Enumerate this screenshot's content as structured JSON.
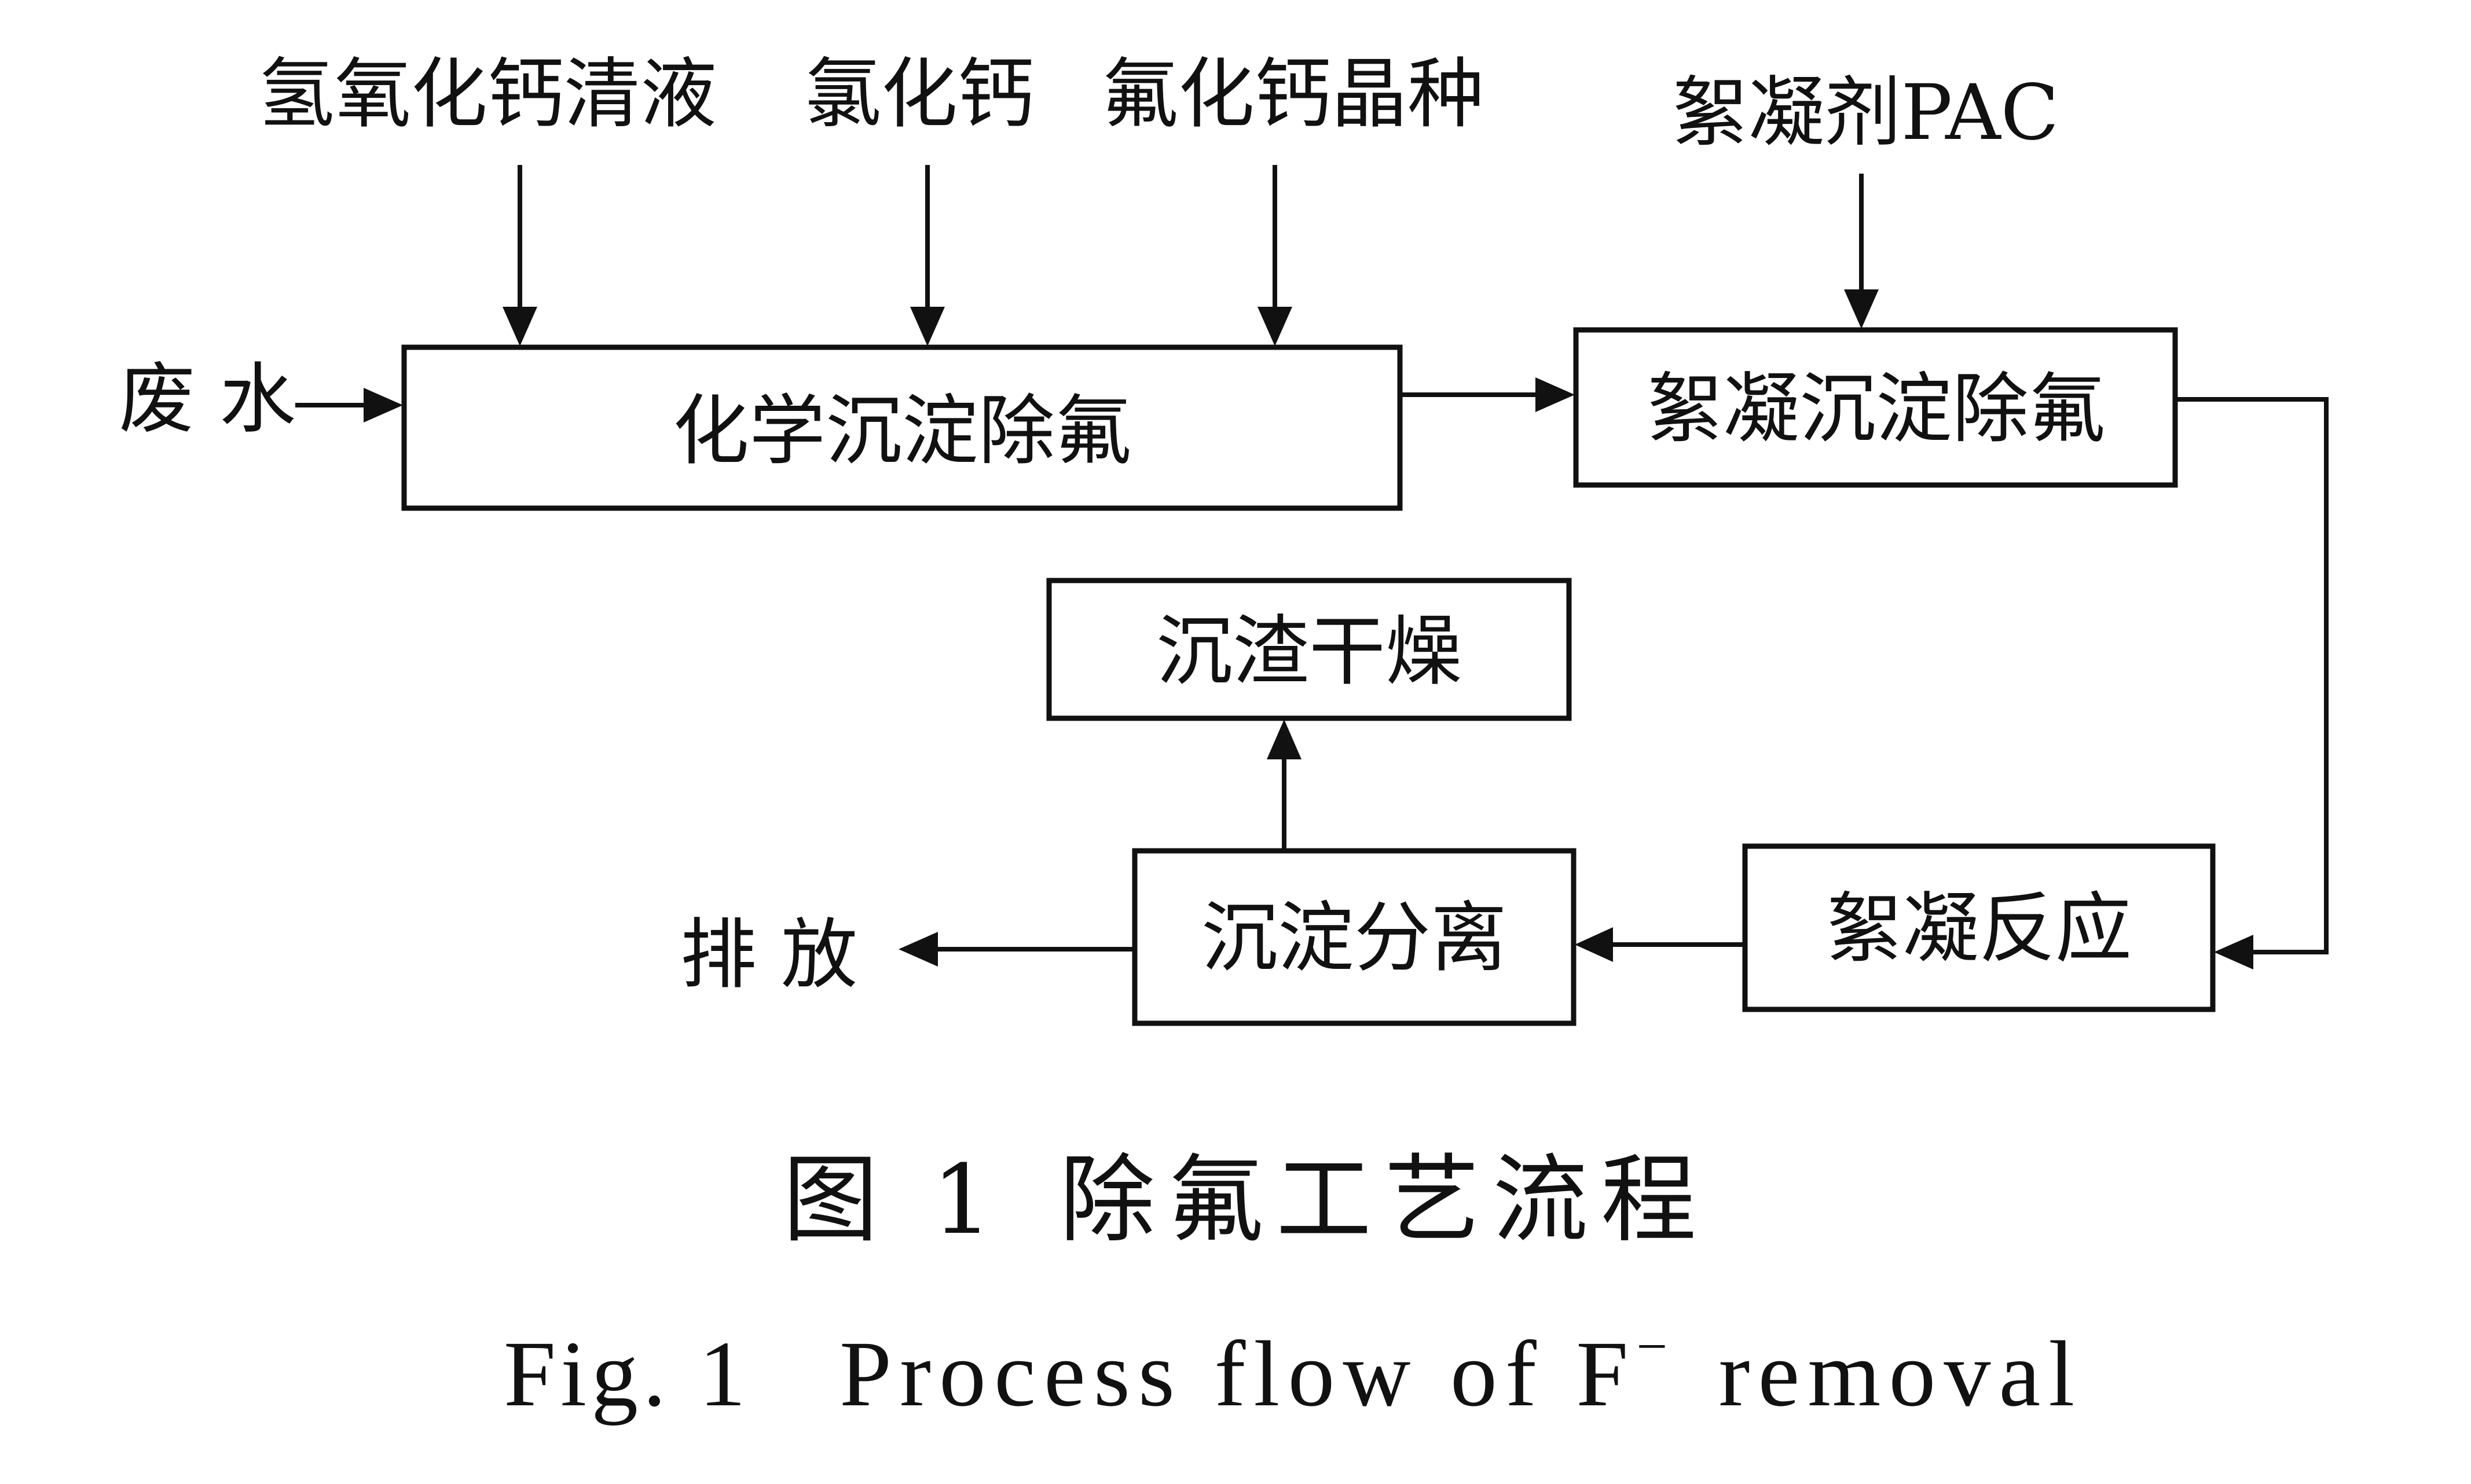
{
  "diagram": {
    "inputs": {
      "calcium_hydroxide": "氢氧化钙清液",
      "calcium_chloride": "氯化钙",
      "calcium_fluoride_seed": "氟化钙晶种",
      "flocculant": "絮凝剂PAC",
      "wastewater": "废 水"
    },
    "nodes": {
      "chemical_precipitation": "化学沉淀除氟",
      "flocculation_precipitation": "絮凝沉淀除氟",
      "sludge_drying": "沉渣干燥",
      "sedimentation_separation": "沉淀分离",
      "flocculation_reaction": "絮凝反应"
    },
    "outputs": {
      "discharge": "排 放"
    }
  },
  "caption": {
    "cn_number": "图 1",
    "cn_title": "除氟工艺流程",
    "en_number": "Fig. 1",
    "en_title_main": "Process flow of F",
    "en_superscript": "−",
    "en_title_end": " removal"
  }
}
